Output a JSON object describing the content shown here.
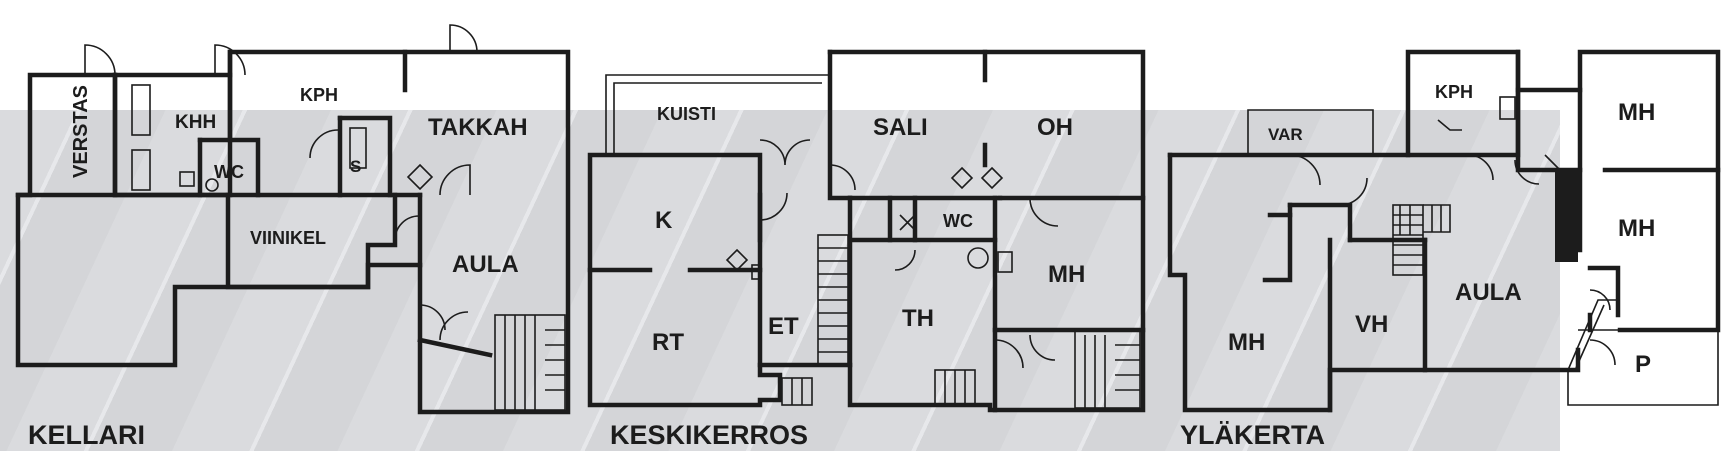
{
  "floors": [
    {
      "id": "kellari",
      "label": "KELLARI",
      "rooms": [
        "VERSTAS",
        "KHH",
        "WC",
        "KPH",
        "S",
        "TAKKAH",
        "VIINIKEL",
        "AULA"
      ]
    },
    {
      "id": "keskikerros",
      "label": "KESKIKERROS",
      "rooms": [
        "KUISTI",
        "K",
        "RT",
        "ET",
        "SALI",
        "OH",
        "WC",
        "TH",
        "MH"
      ]
    },
    {
      "id": "ylakerta",
      "label": "YLÄKERTA",
      "rooms": [
        "VAR",
        "KPH",
        "MH",
        "MH",
        "AULA",
        "VH",
        "MH",
        "P"
      ]
    }
  ],
  "colors": {
    "wall": "#1c1c1c",
    "background": "#ffffff",
    "photo_overlay": "#d8d9dc"
  }
}
